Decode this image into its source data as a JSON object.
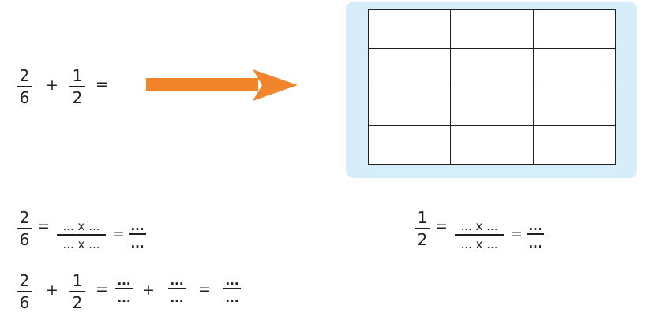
{
  "colors": {
    "arrow": "#f2842b",
    "panel": "#d5eef9",
    "ink": "#231f20"
  },
  "top_expression": {
    "f1": {
      "num": "2",
      "den": "6"
    },
    "plus": "+",
    "f2": {
      "num": "1",
      "den": "2"
    },
    "equals": "="
  },
  "grid": {
    "rows": 4,
    "cols": 3
  },
  "expand_first": {
    "frac": {
      "num": "2",
      "den": "6"
    },
    "equals1": "=",
    "mult": {
      "num": "... x ...",
      "den": "... x ..."
    },
    "equals2": "=",
    "result": {
      "num": "...",
      "den": "..."
    }
  },
  "expand_second": {
    "frac": {
      "num": "1",
      "den": "2"
    },
    "equals1": "=",
    "mult": {
      "num": "... x ...",
      "den": "... x ..."
    },
    "equals2": "=",
    "result": {
      "num": "...",
      "den": "..."
    }
  },
  "sum_line": {
    "f1": {
      "num": "2",
      "den": "6"
    },
    "plus1": "+",
    "f2": {
      "num": "1",
      "den": "2"
    },
    "equals1": "=",
    "r1": {
      "num": "...",
      "den": "..."
    },
    "plus2": "+",
    "r2": {
      "num": "...",
      "den": "..."
    },
    "equals2": "=",
    "r3": {
      "num": "...",
      "den": "..."
    }
  }
}
